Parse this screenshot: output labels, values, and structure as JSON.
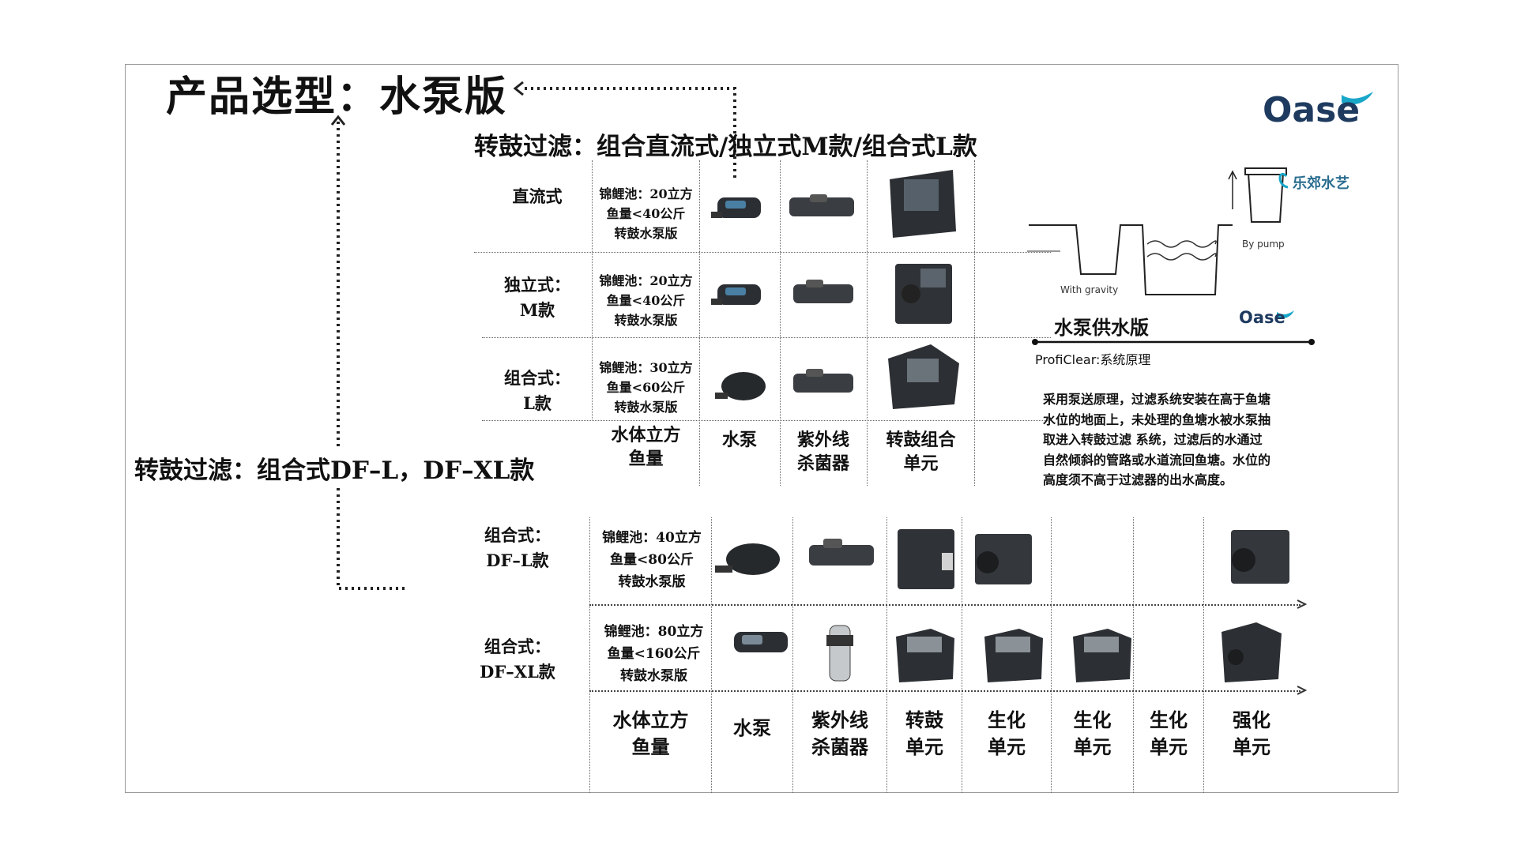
{
  "title": "产品选型：水泵版",
  "section_top": {
    "heading": "转鼓过滤：组合直流式/独立式M款/组合式L款",
    "rows": [
      {
        "label_lines": [
          "直流式"
        ],
        "spec_lines": [
          "锦鲤池：20立方",
          "鱼量<40公斤",
          "转鼓水泵版"
        ]
      },
      {
        "label_lines": [
          "独立式：",
          "M款"
        ],
        "spec_lines": [
          "锦鲤池：20立方",
          "鱼量<40公斤",
          "转鼓水泵版"
        ]
      },
      {
        "label_lines": [
          "组合式：",
          "L款"
        ],
        "spec_lines": [
          "锦鲤池：30立方",
          "鱼量<60公斤",
          "转鼓水泵版"
        ]
      }
    ],
    "columns": [
      {
        "lines": [
          "水体立方",
          "鱼量"
        ]
      },
      {
        "lines": [
          "水泵"
        ]
      },
      {
        "lines": [
          "紫外线",
          "杀菌器"
        ]
      },
      {
        "lines": [
          "转鼓组合",
          "单元"
        ]
      }
    ]
  },
  "section_bottom": {
    "heading": "转鼓过滤：组合式DF–L，DF–XL款",
    "rows": [
      {
        "label_lines": [
          "组合式：",
          "DF–L款"
        ],
        "spec_lines": [
          "锦鲤池：40立方",
          "鱼量<80公斤",
          "转鼓水泵版"
        ]
      },
      {
        "label_lines": [
          "组合式：",
          "DF–XL款"
        ],
        "spec_lines": [
          "锦鲤池：80立方",
          "鱼量<160公斤",
          "转鼓水泵版"
        ]
      }
    ],
    "columns": [
      {
        "lines": [
          "水体立方",
          "鱼量"
        ]
      },
      {
        "lines": [
          "水泵"
        ]
      },
      {
        "lines": [
          "紫外线",
          "杀菌器"
        ]
      },
      {
        "lines": [
          "转鼓",
          "单元"
        ]
      },
      {
        "lines": [
          "生化",
          "单元"
        ]
      },
      {
        "lines": [
          "生化",
          "单元"
        ]
      },
      {
        "lines": [
          "生化",
          "单元"
        ]
      },
      {
        "lines": [
          "强化",
          "单元"
        ]
      }
    ]
  },
  "diagram": {
    "pump_label": "By pump",
    "gravity_label": "With gravity",
    "version_title": "水泵供水版",
    "caption": "ProfiClear:系统原理",
    "partner_logo": "乐郊水艺",
    "brand": "Oase"
  },
  "description_lines": [
    "采用泵送原理，过滤系统安装在高于鱼塘",
    "水位的地面上，未处理的鱼塘水被水泵抽",
    "取进入转鼓过滤  系统，过滤后的水通过",
    "自然倾斜的管路或水道流回鱼塘。水位的",
    "高度须不高于过滤器的出水高度。"
  ],
  "brand_logo": "Oase",
  "colors": {
    "brand": "#1e3a5f",
    "accent_teal": "#18a7c9"
  }
}
